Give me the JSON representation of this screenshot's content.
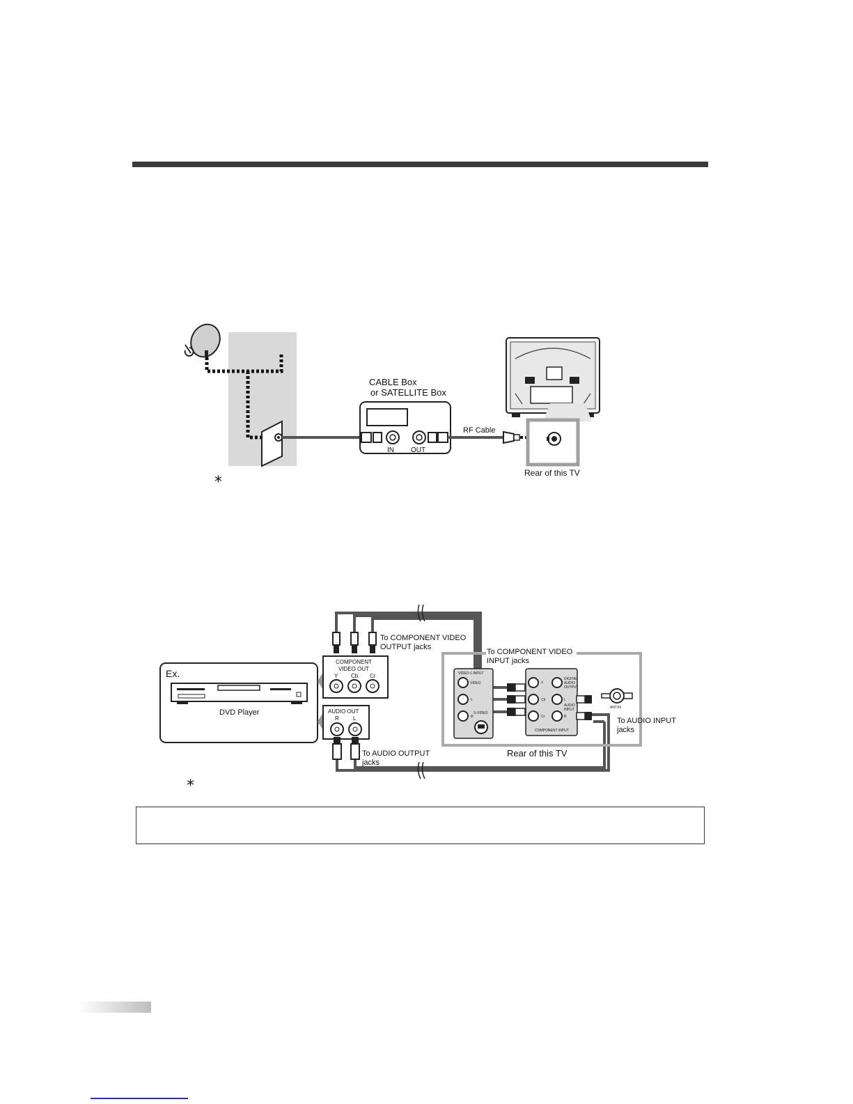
{
  "diagram1": {
    "box_title_line1": "CABLE Box",
    "box_title_line2": "or SATELLITE Box",
    "in_label": "IN",
    "out_label": "OUT",
    "rf_cable_label": "RF Cable",
    "rear_label": "Rear of this TV",
    "star": "*"
  },
  "diagram2": {
    "ex_label": "Ex.",
    "dvd_label": "DVD Player",
    "comp_out_title_1": "COMPONENT",
    "comp_out_title_2": "VIDEO OUT",
    "comp_y": "Y",
    "comp_cb": "Cb",
    "comp_cr": "Cr",
    "audio_out_title": "AUDIO OUT",
    "audio_r": "R",
    "audio_l": "L",
    "to_comp_output_1": "To COMPONENT VIDEO",
    "to_comp_output_2": "OUTPUT jacks",
    "to_comp_input_1": "To COMPONENT VIDEO",
    "to_comp_input_2": "INPUT jacks",
    "to_audio_output_1": "To AUDIO OUTPUT",
    "to_audio_output_2": "jacks",
    "to_audio_input_1": "To AUDIO INPUT",
    "to_audio_input_2": "jacks",
    "rear_label": "Rear of this TV",
    "panel_video1_input": "VIDEO-1 INPUT",
    "panel_video": "VIDEO",
    "panel_l": "L",
    "panel_r": "R",
    "panel_svideo": "S-VIDEO",
    "panel_y": "Y",
    "panel_cb": "Cb",
    "panel_cr": "Cr",
    "panel_digital_1": "DIGITAL",
    "panel_digital_2": "AUDIO",
    "panel_digital_3": "OUTPUT",
    "panel_audio_l": "L",
    "panel_audio_r": "R",
    "panel_audio_input_1": "AUDIO",
    "panel_audio_input_2": "INPUT",
    "panel_component_input": "COMPONENT INPUT",
    "panel_ant_in": "ANT.IN",
    "star": "*"
  }
}
